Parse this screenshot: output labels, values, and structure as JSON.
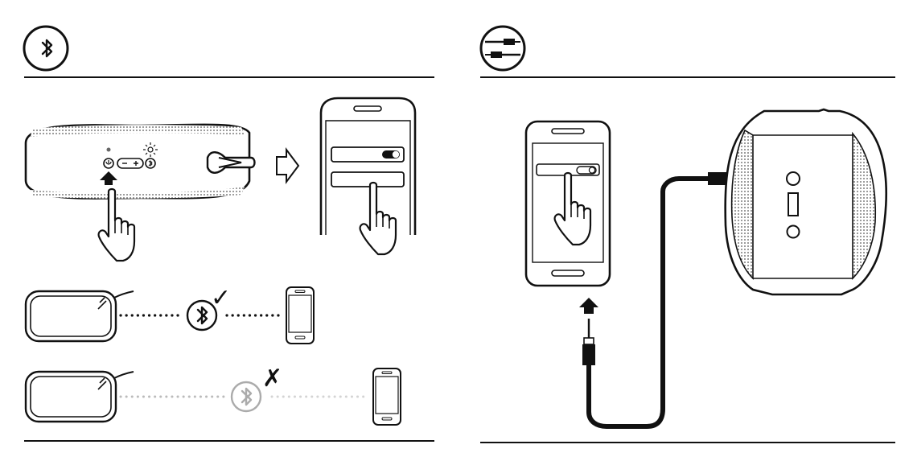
{
  "panels": [
    {
      "id": "bluetooth",
      "icon": "bluetooth-icon",
      "steps": [
        {
          "name": "power-on-step",
          "action": "press",
          "button": "power-button-icon"
        },
        {
          "name": "phone-bluetooth-toggle-step",
          "action": "tap",
          "toggle_state": "on"
        }
      ],
      "connections": [
        {
          "name": "connection-success",
          "status_mark": "✓",
          "status": "connected"
        },
        {
          "name": "connection-failure",
          "status_mark": "✗",
          "status": "out-of-range"
        }
      ]
    },
    {
      "id": "aux",
      "icon": "aux-cable-icon",
      "steps": [
        {
          "name": "phone-bluetooth-toggle-off-step",
          "action": "tap",
          "toggle_state": "off"
        },
        {
          "name": "cable-plug-step",
          "action": "insert",
          "port": "aux-in-port"
        }
      ]
    }
  ],
  "colors": {
    "ink": "#111111",
    "speaker_grey": "#c9c9c9",
    "faded": "#bdbdbd",
    "paper": "#ffffff"
  }
}
